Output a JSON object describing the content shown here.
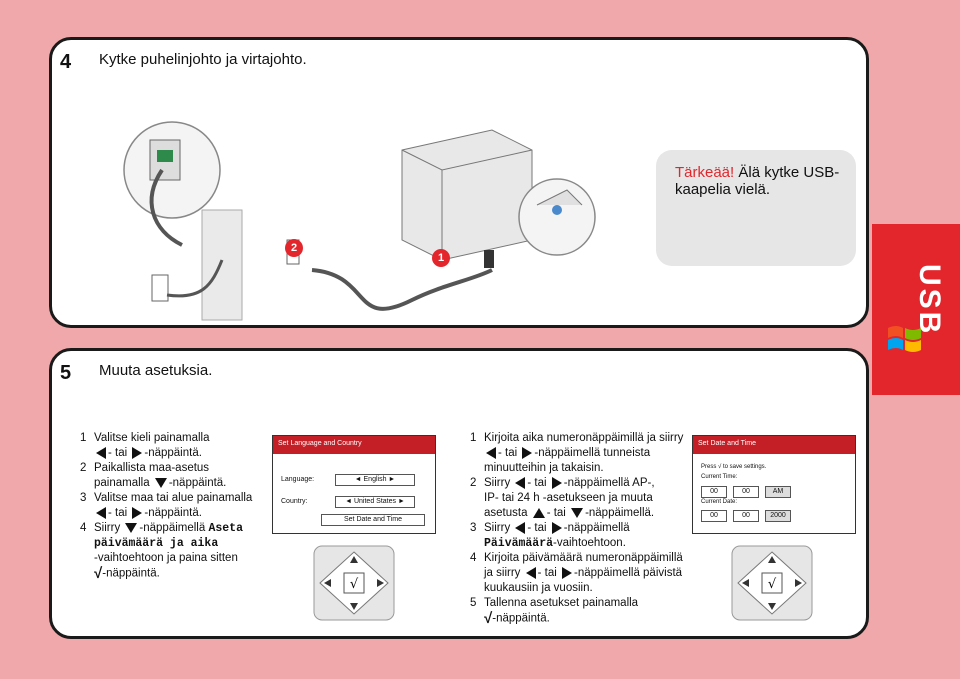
{
  "step4": {
    "number": "4",
    "title": "Kytke puhelinjohto ja virtajohto.",
    "callout_badge_1": "1",
    "callout_badge_2": "2",
    "important_red": "Tärkeää!",
    "important_text": " Älä kytke USB-kaapelia vielä."
  },
  "usb_tab": {
    "label": "USB"
  },
  "step5": {
    "number": "5",
    "title": "Muuta asetuksia.",
    "left_list": [
      {
        "n": "1",
        "a": "Valitse kieli painamalla",
        "b": "- tai",
        "c": "-näppäintä."
      },
      {
        "n": "2",
        "a": "Paikallista maa-asetus",
        "b": "painamalla",
        "c": "-näppäintä."
      },
      {
        "n": "3",
        "a": "Valitse maa tai alue painamalla",
        "b": "- tai",
        "c": "-näppäintä."
      },
      {
        "n": "4",
        "a": "Siirry",
        "b": "-näppäimellä",
        "c": "Aseta",
        "d": "päivämäärä ja aika",
        "e": "-vaihtoehtoon ja paina sitten",
        "f": "-näppäintä."
      }
    ],
    "right_list": [
      {
        "n": "1",
        "a": "Kirjoita aika numeronäppäimillä ja siirry",
        "b": "- tai",
        "c": "-näppäimellä tunneista",
        "d": "minuutteihin ja takaisin."
      },
      {
        "n": "2",
        "a": "Siirry",
        "b": "- tai",
        "c": "-näppäimellä AP-,",
        "d": "IP- tai 24 h -asetukseen ja muuta",
        "e": "asetusta",
        "f": "- tai",
        "g": "-näppäimellä."
      },
      {
        "n": "3",
        "a": "Siirry",
        "b": "- tai",
        "c": "-näppäimellä",
        "d": "Päivämäärä",
        "e": "-vaihtoehtoon."
      },
      {
        "n": "4",
        "a": "Kirjoita päivämäärä numeronäppäimillä",
        "b": "ja siirry",
        "c": "- tai",
        "d": "-näppäimellä päivistä",
        "e": "kuukausiin ja vuosiin."
      },
      {
        "n": "5",
        "a": "Tallenna asetukset painamalla",
        "b": "-näppäintä."
      }
    ],
    "screen1": {
      "header": "Set Language and Country",
      "language_label": "Language:",
      "language_value": "English",
      "country_label": "Country:",
      "country_value": "United States",
      "button": "Set Date and Time"
    },
    "screen2": {
      "header": "Set Date and Time",
      "press_a": "Press",
      "press_b": "to save settings.",
      "time_label": "Current Time:",
      "hour": "00",
      "minute": "00",
      "ampm": "AM",
      "date_label": "Current Date:",
      "month": "00",
      "day": "00",
      "year": "2000"
    },
    "checkmark": "√"
  },
  "colors": {
    "background": "#f0a8aa",
    "accent": "#e3262c",
    "panel": "#ffffff"
  }
}
